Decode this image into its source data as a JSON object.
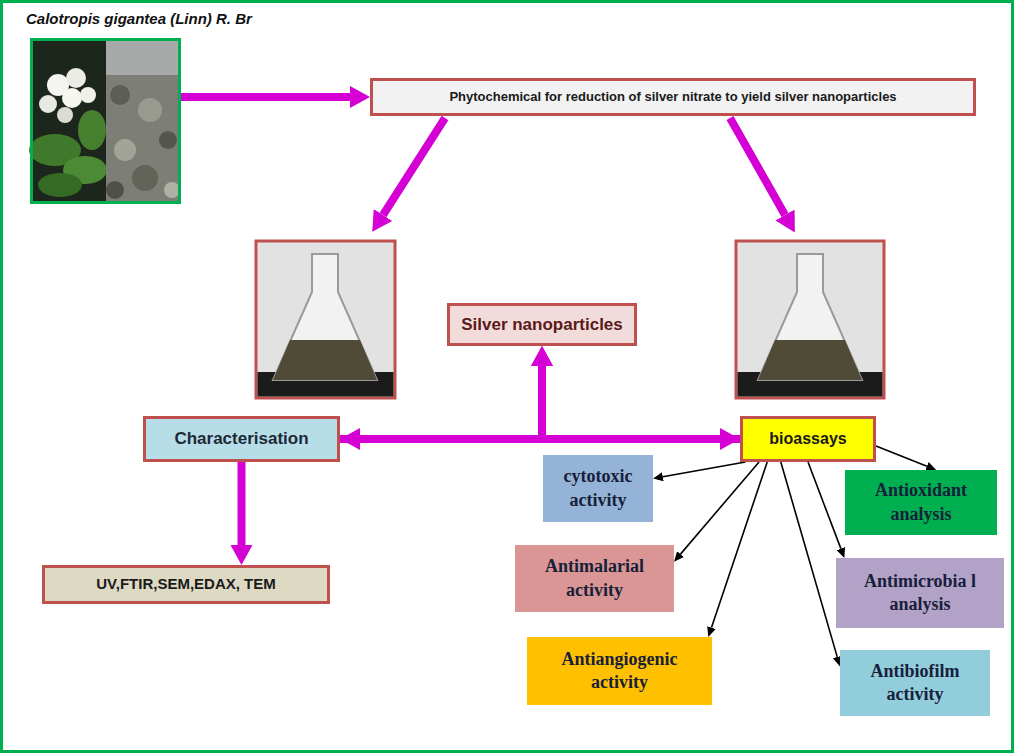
{
  "diagram": {
    "nodes": [
      {
        "text": [
          "Calotropis gigantea (Linn) R. Br"
        ]
      },
      {
        "text": [
          "Phytochemical for reduction of silver nitrate to yield silver nanoparticles"
        ]
      },
      {
        "text": [
          "Silver nanoparticles"
        ]
      },
      {
        "text": [
          "Characterisation"
        ]
      },
      {
        "text": [
          "bioassays"
        ]
      },
      {
        "text": [
          "cytotoxic activity"
        ]
      },
      {
        "text": [
          "Antioxidant analysis"
        ]
      },
      {
        "text": [
          "Antimalarial activity"
        ]
      },
      {
        "text": [
          "UV,FTIR,SEM,EDAX, TEM"
        ]
      },
      {
        "text": [
          "Antimicrobia l analysis"
        ]
      },
      {
        "text": [
          "Antiangiogenic activity"
        ]
      },
      {
        "text": [
          "Antibiofilm activity"
        ]
      }
    ],
    "edges": [
      {
        "from": 0,
        "to": 1,
        "arrow": "to"
      },
      {
        "from": 3,
        "to": 4,
        "arrow": "both"
      },
      {
        "from": 3,
        "to": 2,
        "arrow": "to"
      },
      {
        "from": 4,
        "to": 2,
        "arrow": "to"
      },
      {
        "from": 3,
        "to": 8,
        "arrow": "to"
      },
      {
        "from": 4,
        "to": 5,
        "arrow": "to"
      },
      {
        "from": 4,
        "to": 6,
        "arrow": "to"
      },
      {
        "from": 4,
        "to": 7,
        "arrow": "to"
      },
      {
        "from": 4,
        "to": 9,
        "arrow": "to"
      },
      {
        "from": 4,
        "to": 10,
        "arrow": "to"
      },
      {
        "from": 4,
        "to": 11,
        "arrow": "to"
      }
    ]
  }
}
